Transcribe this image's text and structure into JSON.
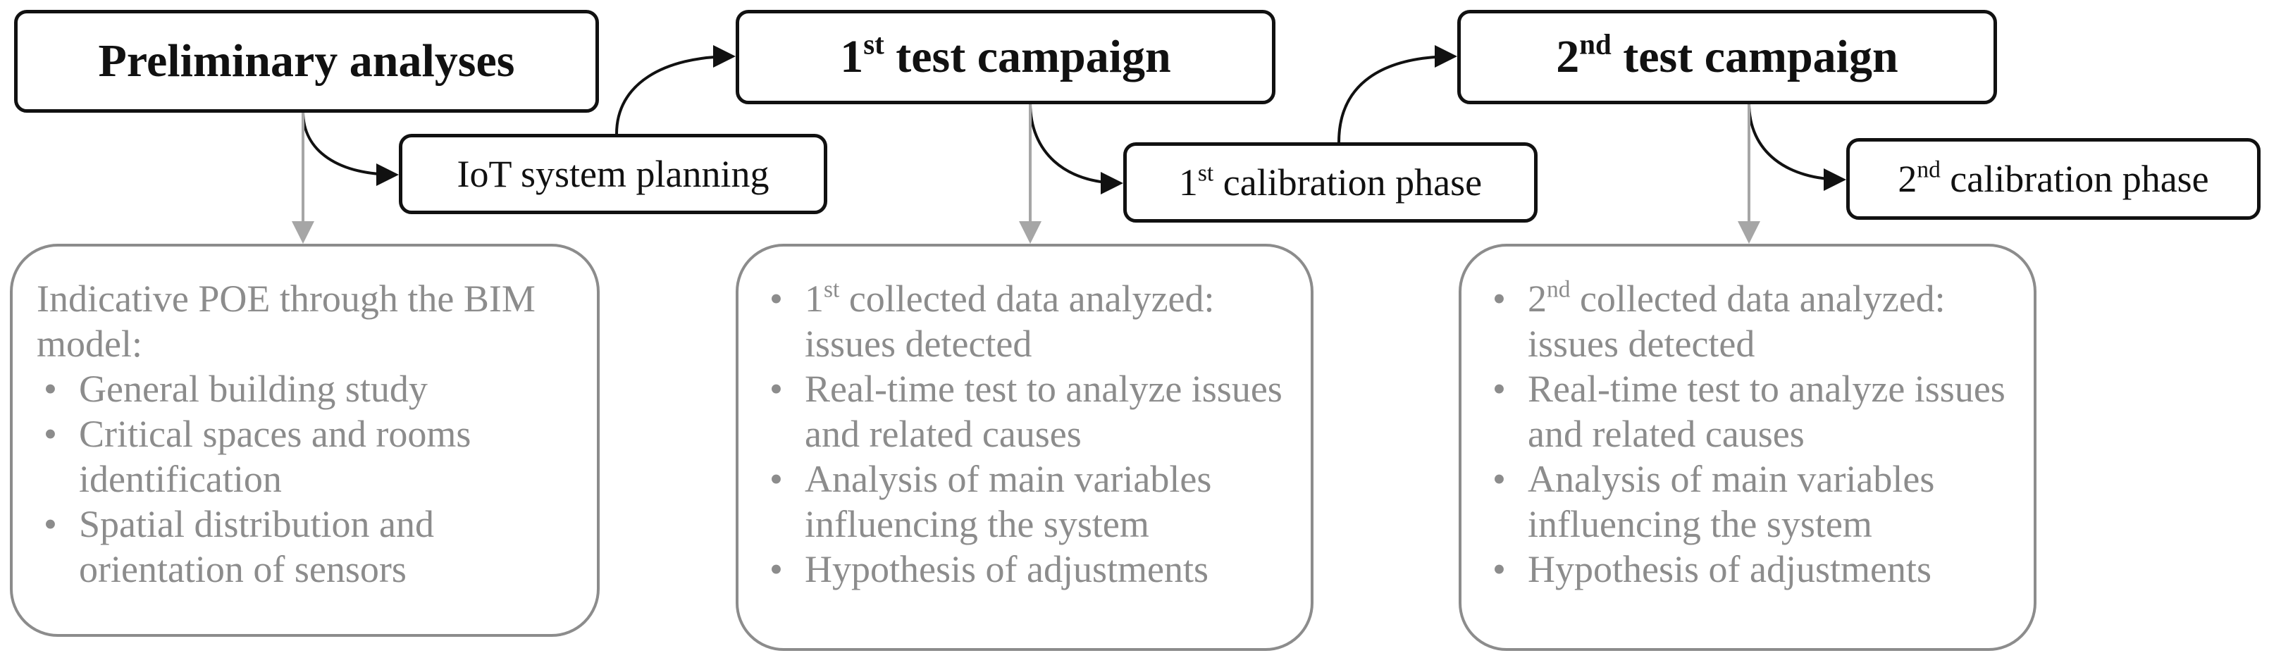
{
  "stages": [
    {
      "title": {
        "pre": "Preliminary analyses",
        "sup": "",
        "post": ""
      },
      "sub": {
        "pre": "IoT system planning",
        "sup": "",
        "post": ""
      },
      "detail": {
        "intro": "Indicative POE through the BIM model:",
        "items": [
          "General building study",
          "Critical spaces and rooms identification",
          "Spatial distribution and orientation of sensors"
        ]
      }
    },
    {
      "title": {
        "pre": "1",
        "sup": "st",
        "post": " test campaign"
      },
      "sub": {
        "pre": "1",
        "sup": "st",
        "post": " calibration phase"
      },
      "detail": {
        "intro": "",
        "items": [
          {
            "pre": "1",
            "sup": "st",
            "post": " collected data analyzed: issues detected"
          },
          "Real-time test to analyze issues and related causes",
          "Analysis of main variables influencing the system",
          "Hypothesis of adjustments"
        ]
      }
    },
    {
      "title": {
        "pre": "2",
        "sup": "nd",
        "post": " test campaign"
      },
      "sub": {
        "pre": "2",
        "sup": "nd",
        "post": " calibration phase"
      },
      "detail": {
        "intro": "",
        "items": [
          {
            "pre": "2",
            "sup": "nd",
            "post": " collected data analyzed: issues detected"
          },
          "Real-time test to analyze issues and related causes",
          "Analysis of main variables influencing the system",
          "Hypothesis of adjustments"
        ]
      }
    }
  ],
  "colors": {
    "main_border": "#111111",
    "detail_text": "#8c8c8c",
    "arrow_black": "#111111",
    "arrow_gray": "#a6a6a6"
  }
}
